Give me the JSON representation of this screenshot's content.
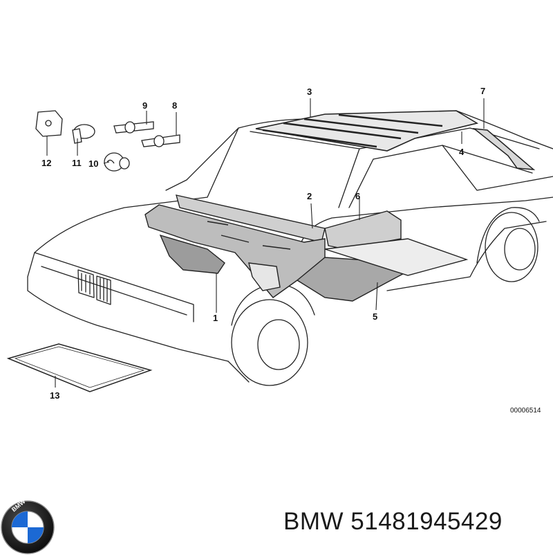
{
  "diagram": {
    "callouts": [
      "1",
      "2",
      "3",
      "4",
      "5",
      "6",
      "7",
      "8",
      "9",
      "10",
      "11",
      "12",
      "13"
    ],
    "drawing_code": "00006514"
  },
  "footer": {
    "brand": "BMW",
    "part_number": "51481945429",
    "logo_letters": "BMW",
    "logo_colors": {
      "blue": "#1c69d4",
      "white": "#ffffff",
      "black": "#111111"
    }
  }
}
